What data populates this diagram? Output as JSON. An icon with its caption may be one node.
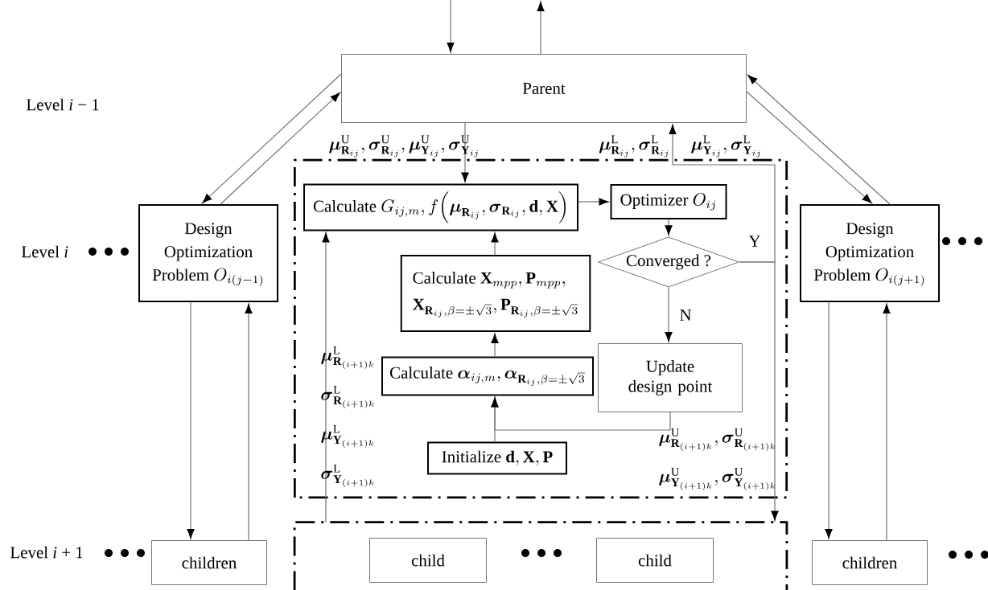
{
  "diagram": {
    "nodes": [
      {
        "text": [
          "Parent"
        ]
      },
      {
        "text": [
          "\\begin{array}{c}\\text{Design}\\\\[2pt] \\text{Optimization}\\\\[2pt] \\text{Problem }O_{i(j-1)}\\end{array}"
        ]
      },
      {
        "text": [
          "\\begin{array}{c}\\text{Design}\\\\[2pt] \\text{Optimization}\\\\[2pt] \\text{Problem }O_{i(j+1)}\\end{array}"
        ]
      },
      {
        "text": [
          "children"
        ]
      },
      {
        "text": [
          "children"
        ]
      },
      {
        "text": [],
        "shape": "box"
      },
      {
        "text": [
          "\\text{Calculate }G_{ij,m}, f\\Bigl(\\boldsymbol{\\mu}_{\\mathbf{R}_{ij}}, \\boldsymbol{\\sigma}_{\\mathbf{R}_{ij}}, \\mathbf{d}, \\mathbf{X}\\Bigr)"
        ],
        "in": 5
      },
      {
        "text": [
          "\\text{Optimizer }O_{ij}"
        ],
        "in": 5
      },
      {
        "text": [
          "Converged ?"
        ],
        "in": 5
      },
      {
        "text": [
          "\\begin{array}{l}\\text{Calculate }\\mathbf{X}_{mpp}, \\mathbf{P}_{mpp},\\\\[4pt] \\mathbf{X}_{\\mathbf{R}_{ij}, \\beta=\\pm\\sqrt{3}}, \\mathbf{P}_{\\mathbf{R}_{ij}, \\beta=\\pm\\sqrt{3}}\\end{array}"
        ],
        "in": 5
      },
      {
        "text": [
          "\\text{Calculate }\\boldsymbol{\\alpha}_{ij,m}, \\boldsymbol{\\alpha}_{\\mathbf{R}_{ij}, \\beta=\\pm\\sqrt{3}}"
        ],
        "in": 5
      },
      {
        "text": [
          "Update design point"
        ],
        "in": 5
      },
      {
        "text": [
          "\\text{Initialize }\\mathbf{d}, \\mathbf{X}, \\mathbf{P}"
        ],
        "in": 5
      },
      {
        "text": [],
        "shape": "box"
      },
      {
        "text": [
          "child"
        ],
        "in": 13
      },
      {
        "text": [
          "child"
        ],
        "in": 13
      }
    ],
    "edges": [
      {
        "from": null,
        "to": 0,
        "arrow": "to"
      },
      {
        "from": 0,
        "to": null,
        "arrow": "to"
      },
      {
        "from": 0,
        "to": 1,
        "arrow": "to"
      },
      {
        "from": 1,
        "to": 0,
        "arrow": "to"
      },
      {
        "from": 0,
        "to": 2,
        "arrow": "to"
      },
      {
        "from": 2,
        "to": 0,
        "arrow": "to"
      },
      {
        "from": 1,
        "to": 3,
        "arrow": "to"
      },
      {
        "from": 3,
        "to": 1,
        "arrow": "to"
      },
      {
        "from": 2,
        "to": 4,
        "arrow": "to"
      },
      {
        "from": 4,
        "to": 2,
        "arrow": "to"
      },
      {
        "from": 0,
        "to": 6,
        "arrow": "to"
      },
      {
        "from": 6,
        "to": 7,
        "arrow": "to"
      },
      {
        "from": 7,
        "to": 8,
        "arrow": "to"
      },
      {
        "from": 8,
        "to": 11,
        "arrow": "to",
        "label": "N"
      },
      {
        "from": 8,
        "to": 0,
        "arrow": "to",
        "label": "Y"
      },
      {
        "from": 8,
        "to": 13,
        "arrow": "to"
      },
      {
        "from": 11,
        "to": 10,
        "arrow": "to"
      },
      {
        "from": 12,
        "to": 10,
        "arrow": "to"
      },
      {
        "from": 10,
        "to": 9,
        "arrow": "to"
      },
      {
        "from": 9,
        "to": 6,
        "arrow": "to"
      },
      {
        "from": 13,
        "to": 6,
        "arrow": "to"
      }
    ],
    "labels": [
      "Level *i* − 1",
      "\\boldsymbol{\\mu}^{\\mathrm{U}}_{\\mathbf{R}_{ij}}, \\boldsymbol{\\sigma}^{\\mathrm{U}}_{\\mathbf{R}_{ij}}, \\boldsymbol{\\mu}^{\\mathrm{U}}_{\\mathbf{Y}_{ij}}, \\boldsymbol{\\sigma}^{\\mathrm{U}}_{\\mathbf{Y}_{ij}}",
      "\\boldsymbol{\\mu}^{\\mathrm{L}}_{\\mathbf{R}_{ij}}, \\boldsymbol{\\sigma}^{\\mathrm{L}}_{\\mathbf{R}_{ij}}",
      "\\boldsymbol{\\mu}^{\\mathrm{L}}_{\\mathbf{Y}_{ij}}, \\boldsymbol{\\sigma}^{\\mathrm{L}}_{\\mathbf{Y}_{ij}}",
      "Level *i*",
      "\\boldsymbol{\\mu}^{\\mathrm{L}}_{\\mathbf{R}_{(i+1)k}}",
      "\\boldsymbol{\\sigma}^{\\mathrm{L}}_{\\mathbf{R}_{(i+1)k}}",
      "\\boldsymbol{\\mu}^{\\mathrm{L}}_{\\mathbf{Y}_{(i+1)k}}",
      "\\boldsymbol{\\mu}^{\\mathrm{U}}_{\\mathbf{R}_{(i+1)k}}, \\boldsymbol{\\sigma}^{\\mathrm{U}}_{\\mathbf{R}_{(i+1)k}}",
      "\\boldsymbol{\\sigma}^{\\mathrm{L}}_{\\mathbf{Y}_{(i+1)k}}",
      "\\boldsymbol{\\mu}^{\\mathrm{U}}_{\\mathbf{Y}_{(i+1)k}}, \\boldsymbol{\\sigma}^{\\mathrm{U}}_{\\mathbf{Y}_{(i+1)k}}",
      "Level *i* + 1"
    ]
  }
}
